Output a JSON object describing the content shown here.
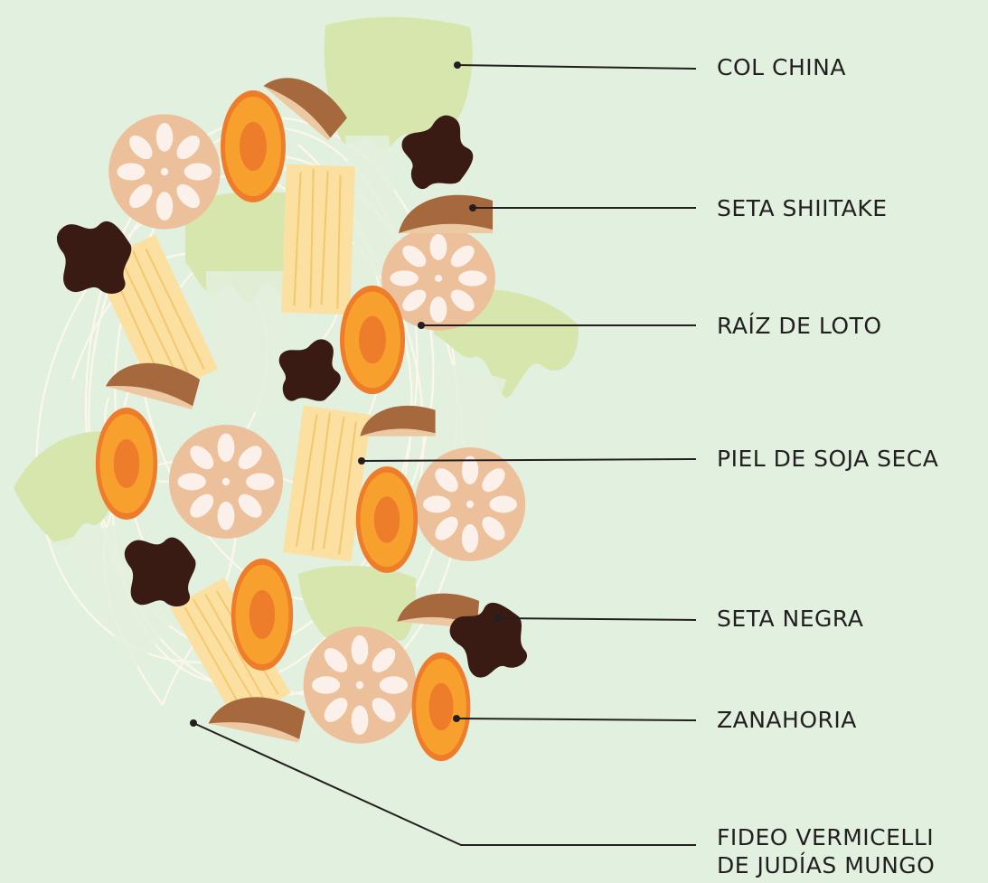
{
  "colors": {
    "background": "#e2f0df",
    "chinese_cabbage": "#d6e6ad",
    "cabbage_stem": "#e4f0de",
    "shiitake_cap": "#a6683d",
    "shiitake_flesh": "#ecc9a2",
    "black_fungus": "#3a1b14",
    "lotus_root": "#ecc09a",
    "lotus_holes": "#fbf0ea",
    "carrot_outer": "#ee7d2b",
    "carrot_inner": "#f8a02d",
    "carrot_core": "#ee7d2b",
    "tofu_skin": "#fbe0a1",
    "vermicelli": "#fff8ec",
    "leader_line": "#231f20"
  },
  "labels": {
    "chinese_cabbage": "COL CHINA",
    "shiitake": "SETA SHIITAKE",
    "lotus_root": "RAÍZ DE LOTO",
    "dried_tofu_skin": "PIEL DE SOJA SECA",
    "black_fungus": "SETA NEGRA",
    "carrot": "ZANAHORIA",
    "mung_bean_vermicelli_line1": "FIDEO VERMICELLI",
    "mung_bean_vermicelli_line2": "DE JUDÍAS MUNGO"
  },
  "icons": {
    "ingredients_illustration": "buddha-delight-vegetable-pile",
    "leader_dot": "filled-circle"
  }
}
